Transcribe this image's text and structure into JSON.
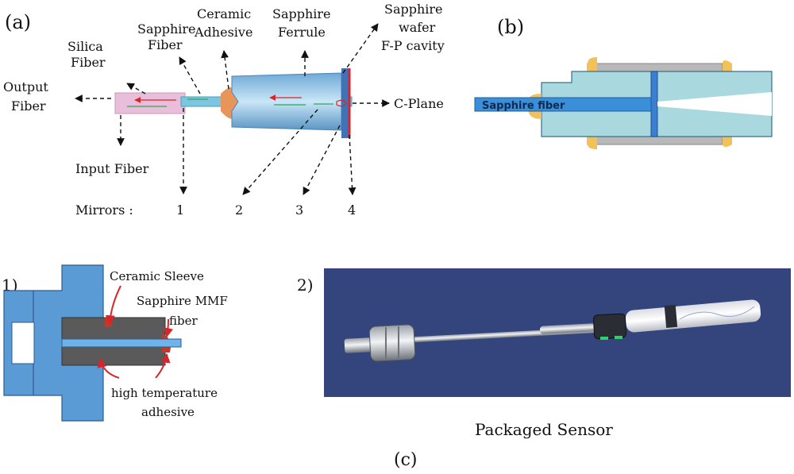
{
  "panel_a": {
    "tag": "(a)",
    "labels": {
      "silica_1": "Silica",
      "silica_2": "Fiber",
      "sapphire_fiber_1": "Sapphire",
      "sapphire_fiber_2": "Fiber",
      "ceramic_1": "Ceramic",
      "ceramic_2": "Adhesive",
      "ferrule_1": "Sapphire",
      "ferrule_2": "Ferrule",
      "wafer_1": "Sapphire",
      "wafer_2": "wafer",
      "wafer_3": "F-P cavity",
      "output_1": "Output",
      "output_2": "Fiber",
      "cplane": "C-Plane",
      "input": "Input Fiber",
      "mirrors": "Mirrors :"
    },
    "mirror_numbers": [
      "1",
      "2",
      "3",
      "4"
    ]
  },
  "panel_b": {
    "tag": "(b)",
    "fiber_label": "Sapphire fiber"
  },
  "panel_c": {
    "tag": "(c)",
    "sub1_tag": "1)",
    "sub1_labels": {
      "sleeve": "Ceramic Sleeve",
      "mmf_1": "Sapphire MMF",
      "mmf_2": "fiber",
      "adhesive_1": "high temperature",
      "adhesive_2": "adhesive"
    },
    "sub2_tag": "2)",
    "caption": "Packaged Sensor"
  },
  "colors": {
    "blue_fill": "#5b9bd5",
    "light_blue": "#a9d8df",
    "adhesive_orange": "#f3c15a",
    "arrow_red": "#d9252a",
    "pink_fiber": "#e7b7d6",
    "photo_bg": "#3a4a86"
  }
}
